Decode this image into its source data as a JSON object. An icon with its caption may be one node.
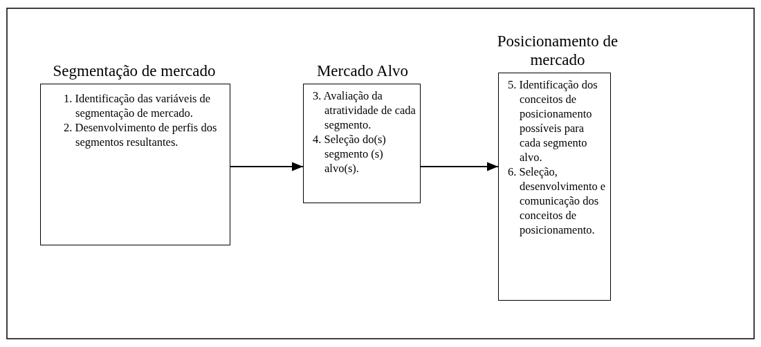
{
  "diagram": {
    "nodes": [
      {
        "text": [
          "Segmentação de mercado",
          "1. Identificação das variáveis de segmentação de mercado.",
          "2. Desenvolvimento de perfis dos segmentos resultantes."
        ]
      },
      {
        "text": [
          "Mercado Alvo",
          "3. Avaliação da atratividade de cada segmento.",
          "4. Seleção do(s) segmento (s) alvo(s)."
        ]
      },
      {
        "text": [
          "Posicionamento de mercado",
          "5. Identificação dos conceitos de posicionamento possíveis para cada segmento alvo.",
          "6. Seleção, desenvolvimento e comunicação dos conceitos de posicionamento."
        ]
      }
    ],
    "edges": [
      {
        "from": 0,
        "to": 1,
        "arrow": "to"
      },
      {
        "from": 1,
        "to": 2,
        "arrow": "to"
      }
    ]
  }
}
